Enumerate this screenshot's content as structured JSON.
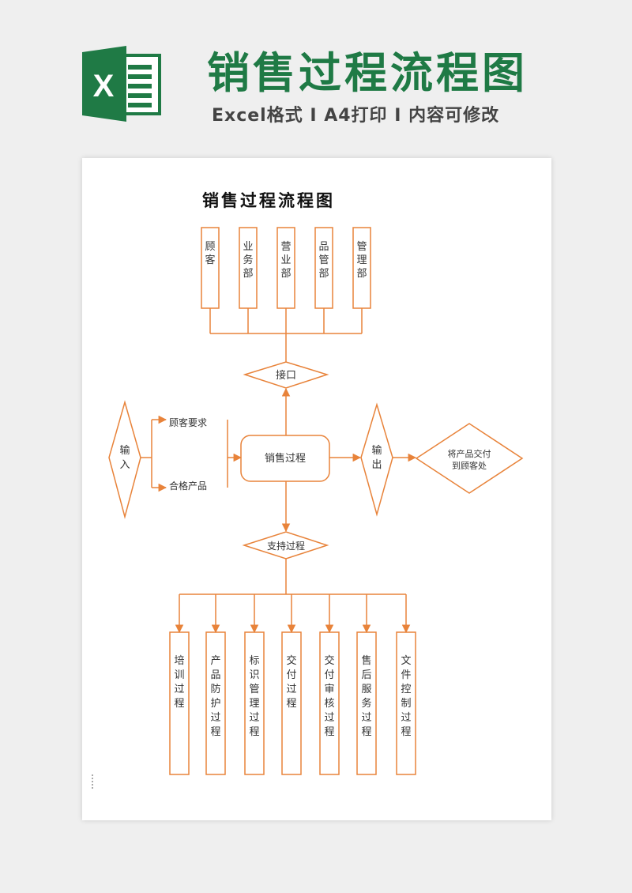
{
  "banner": {
    "title": "销售过程流程图",
    "subtitle": "Excel格式 I A4打印 I 内容可修改",
    "logo_letter": "X"
  },
  "document": {
    "title": "销售过程流程图"
  },
  "flowchart": {
    "departments": [
      "顾客",
      "业务部",
      "营业部",
      "品管部",
      "管理部"
    ],
    "interface": "接口",
    "input": "输入",
    "input_items": [
      "顾客要求",
      "合格产品"
    ],
    "sales_process": "销售过程",
    "output": "输出",
    "delivery": [
      "将产品交付",
      "到顾客处"
    ],
    "support": "支持过程",
    "support_processes": [
      "培训过程",
      "产品防护过程",
      "标识管理过程",
      "交付过程",
      "交付审核过程",
      "售后服务过程",
      "文件控制过程"
    ]
  },
  "colors": {
    "brand_green": "#1f7a45",
    "flow_orange": "#e8833a"
  }
}
